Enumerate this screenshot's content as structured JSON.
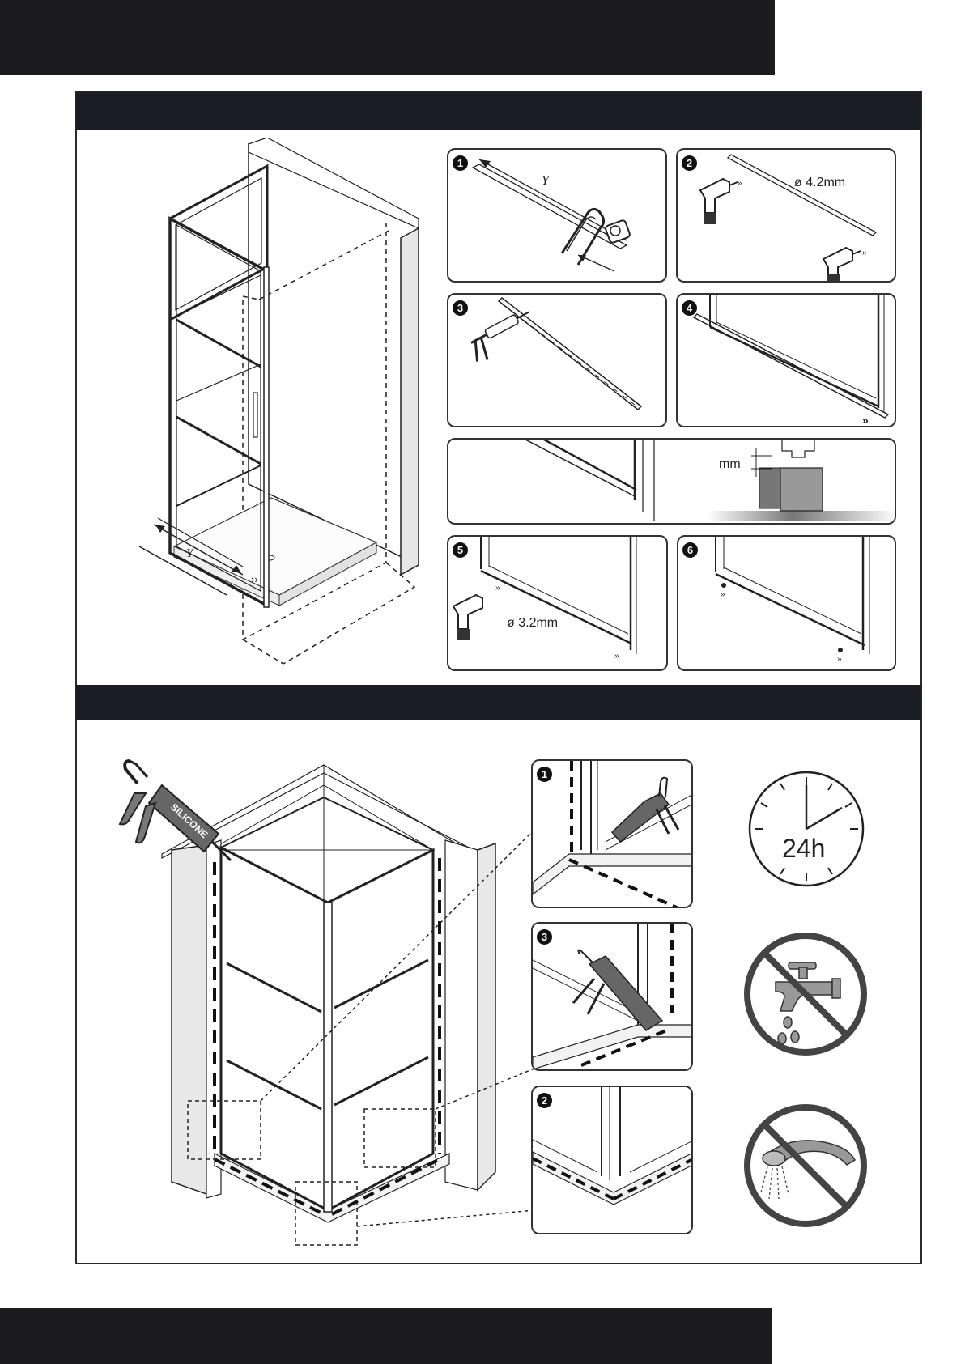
{
  "install_steps": [
    {
      "number": "1",
      "label": "Y"
    },
    {
      "number": "2",
      "label": "ø 4.2mm"
    },
    {
      "number": "3",
      "label": ""
    },
    {
      "number": "4",
      "label": ""
    },
    {
      "number": "",
      "label": "mm"
    },
    {
      "number": "5",
      "label": "ø 3.2mm"
    },
    {
      "number": "6",
      "label": ""
    }
  ],
  "overview_dimension": "Y",
  "seal_steps": [
    {
      "number": "1",
      "label": "SILICONE"
    },
    {
      "number": "3",
      "label": "SILICONE"
    },
    {
      "number": "2",
      "label": ""
    }
  ],
  "silicone_gun_label": "SILICONE",
  "cure_time": "24h",
  "warnings": [
    {
      "icon": "no-water-tap-icon"
    },
    {
      "icon": "no-shower-icon"
    }
  ],
  "colors": {
    "header": "#1a1c26",
    "bar": "#1c1c1e",
    "warning_ring": "#444444"
  }
}
